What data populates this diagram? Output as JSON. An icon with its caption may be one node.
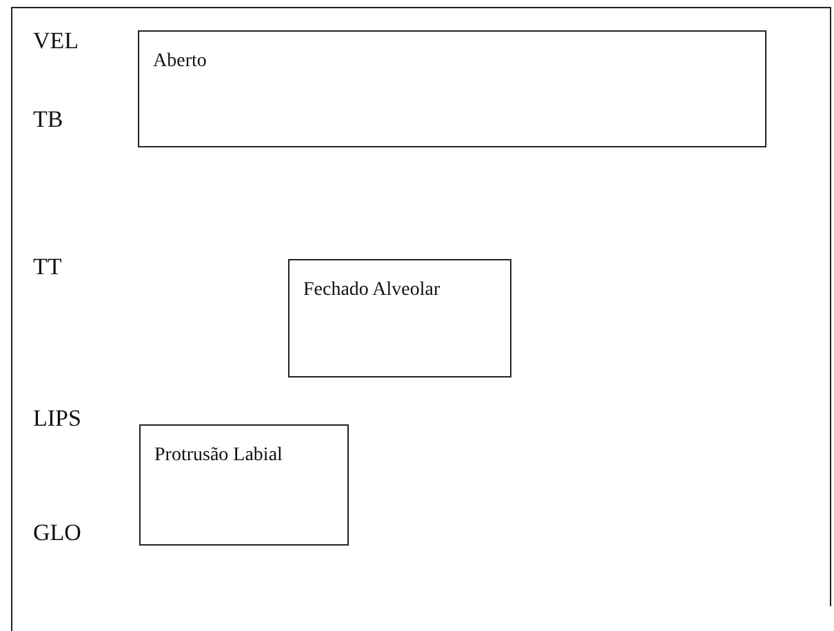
{
  "diagram": {
    "nodes": [
      {
        "text": [
          "Aberto"
        ]
      },
      {
        "text": [
          "Fechado Alveolar"
        ]
      },
      {
        "text": [
          "Protrusão Labial"
        ]
      }
    ],
    "labels": [
      "VEL",
      "TB",
      "TT",
      "LIPS",
      "GLO"
    ]
  }
}
